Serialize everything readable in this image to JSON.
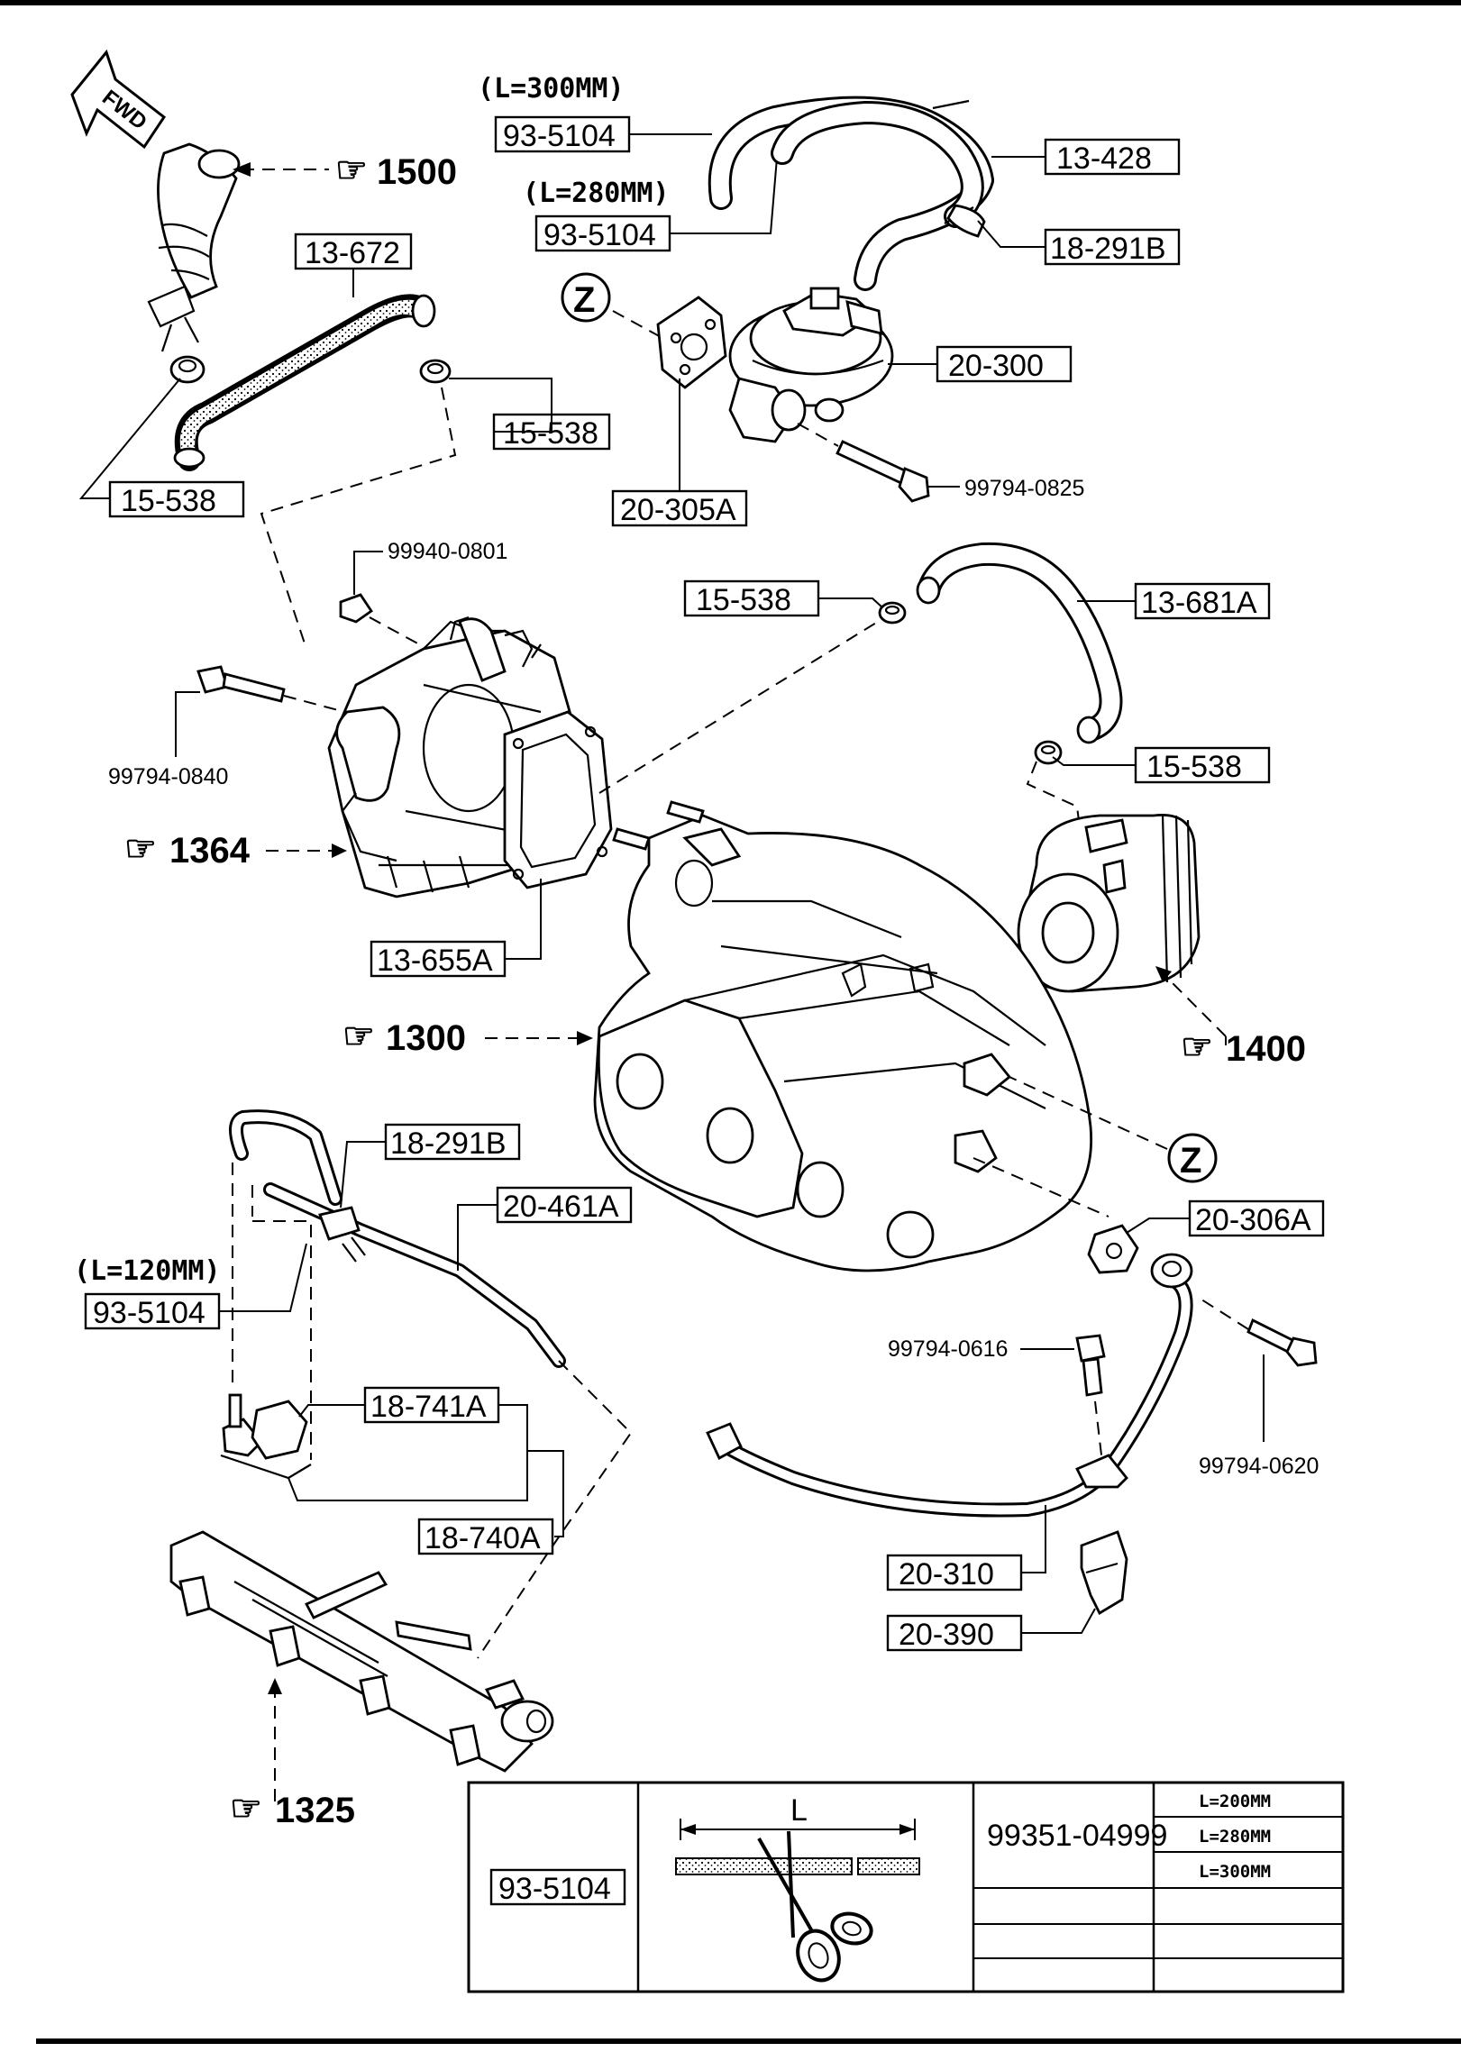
{
  "orientation": {
    "arrow_text": "FWD"
  },
  "section_refs": {
    "r1500": "1500",
    "r1364": "1364",
    "r1300": "1300",
    "r1400": "1400",
    "r1325": "1325",
    "ref_symbol": "☞"
  },
  "z_mark": "Z",
  "lengths": {
    "l300": "(L=300MM)",
    "l280": "(L=280MM)",
    "l120": "(L=120MM)"
  },
  "parts": {
    "p93_5104_top": "93-5104",
    "p93_5104_mid": "93-5104",
    "p93_5104_low": "93-5104",
    "p13_428": "13-428",
    "p18_291b_top": "18-291B",
    "p18_291b_low": "18-291B",
    "p13_672": "13-672",
    "p15_538_a": "15-538",
    "p15_538_b": "15-538",
    "p15_538_c": "15-538",
    "p15_538_d": "15-538",
    "p20_300": "20-300",
    "p20_305a": "20-305A",
    "p99794_0825": "99794-0825",
    "p99940_0801": "99940-0801",
    "p13_681a": "13-681A",
    "p99794_0840": "99794-0840",
    "p13_655a": "13-655A",
    "p20_461a": "20-461A",
    "p20_306a": "20-306A",
    "p99794_0616": "99794-0616",
    "p99794_0620": "99794-0620",
    "p18_741a": "18-741A",
    "p18_740a": "18-740A",
    "p20_310": "20-310",
    "p20_390": "20-390"
  },
  "legend_table": {
    "part_label": "93-5104",
    "cut_label": "L",
    "bulk_part": "99351-04999",
    "lengths": [
      "L=200MM",
      "L=280MM",
      "L=300MM"
    ]
  }
}
